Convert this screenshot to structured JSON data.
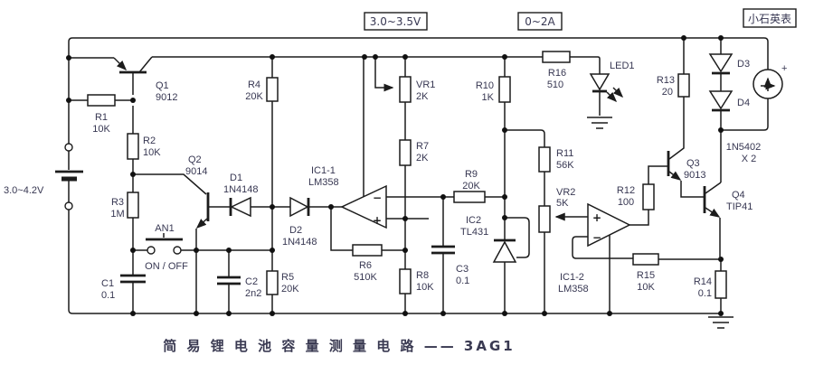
{
  "title": "简 易 锂 电 池 容 量 测 量 电 路 —— 3AG1",
  "callouts": {
    "comparator_threshold": "3.0~3.5V",
    "discharge_current": "0~2A",
    "quartz_watch": "小石英表",
    "battery_voltage": "3.0~4.2V",
    "switch_mode": "ON / OFF",
    "meter_plus": "+"
  },
  "opamp": {
    "plus": "+",
    "minus": "−"
  },
  "parts": {
    "q1": {
      "ref": "Q1",
      "val": "9012"
    },
    "q2": {
      "ref": "Q2",
      "val": "9014"
    },
    "q3": {
      "ref": "Q3",
      "val": "9013"
    },
    "q4": {
      "ref": "Q4",
      "val": "TIP41"
    },
    "r1": {
      "ref": "R1",
      "val": "10K"
    },
    "r2": {
      "ref": "R2",
      "val": "10K"
    },
    "r3": {
      "ref": "R3",
      "val": "1M"
    },
    "r4": {
      "ref": "R4",
      "val": "20K"
    },
    "r5": {
      "ref": "R5",
      "val": "20K"
    },
    "r6": {
      "ref": "R6",
      "val": "510K"
    },
    "r7": {
      "ref": "R7",
      "val": "2K"
    },
    "r8": {
      "ref": "R8",
      "val": "10K"
    },
    "r9": {
      "ref": "R9",
      "val": "20K"
    },
    "r10": {
      "ref": "R10",
      "val": "1K"
    },
    "r11": {
      "ref": "R11",
      "val": "56K"
    },
    "r12": {
      "ref": "R12",
      "val": "100"
    },
    "r13": {
      "ref": "R13",
      "val": "20"
    },
    "r14": {
      "ref": "R14",
      "val": "0.1"
    },
    "r15": {
      "ref": "R15",
      "val": "10K"
    },
    "r16": {
      "ref": "R16",
      "val": "510"
    },
    "vr1": {
      "ref": "VR1",
      "val": "2K"
    },
    "vr2": {
      "ref": "VR2",
      "val": "5K"
    },
    "c1": {
      "ref": "C1",
      "val": "0.1"
    },
    "c2": {
      "ref": "C2",
      "val": "2n2"
    },
    "c3": {
      "ref": "C3",
      "val": "0.1"
    },
    "d1": {
      "ref": "D1",
      "val": "1N4148"
    },
    "d2": {
      "ref": "D2",
      "val": "1N4148"
    },
    "d3": {
      "ref": "D3"
    },
    "d4": {
      "ref": "D4"
    },
    "d34": {
      "val": "1N5402",
      "val2": "X 2"
    },
    "led1": {
      "ref": "LED1"
    },
    "ic1a": {
      "ref": "IC1-1",
      "val": "LM358"
    },
    "ic1b": {
      "ref": "IC1-2",
      "val": "LM358"
    },
    "ic2": {
      "ref": "IC2",
      "val": "TL431"
    },
    "an1": {
      "ref": "AN1"
    }
  }
}
